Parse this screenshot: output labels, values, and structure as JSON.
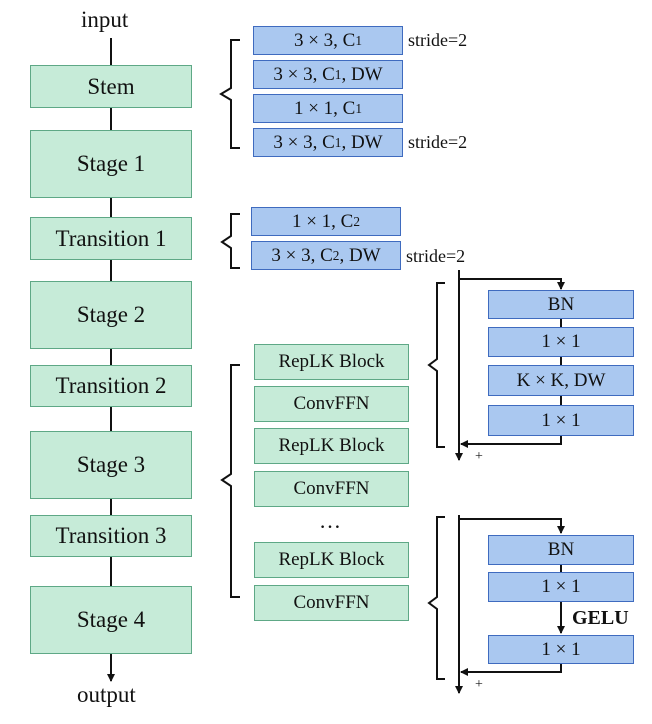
{
  "backbone": {
    "input_label": "input",
    "output_label": "output",
    "stages": [
      "Stem",
      "Stage 1",
      "Transition 1",
      "Stage 2",
      "Transition 2",
      "Stage 3",
      "Transition 3",
      "Stage 4"
    ]
  },
  "stem_detail": {
    "layers": [
      {
        "text": "3 × 3, C",
        "sub": "1",
        "suffix": ""
      },
      {
        "text": "3 × 3, C",
        "sub": "1",
        "suffix": ", DW"
      },
      {
        "text": "1 × 1, C",
        "sub": "1",
        "suffix": ""
      },
      {
        "text": "3 × 3, C",
        "sub": "1",
        "suffix": ", DW"
      }
    ],
    "stride_labels": [
      "stride=2",
      "stride=2"
    ]
  },
  "transition_detail": {
    "layers": [
      {
        "text": "1 × 1, C",
        "sub": "2",
        "suffix": ""
      },
      {
        "text": "3 × 3, C",
        "sub": "2",
        "suffix": ", DW"
      }
    ],
    "stride_label": "stride=2"
  },
  "stage_detail": {
    "blocks": [
      "RepLK Block",
      "ConvFFN",
      "RepLK Block",
      "ConvFFN",
      "RepLK Block",
      "ConvFFN"
    ],
    "ellipsis": "…"
  },
  "replk_block": {
    "layers": [
      "BN",
      "1 × 1",
      "K × K,  DW",
      "1 × 1"
    ],
    "plus": "+"
  },
  "convffn": {
    "layers": [
      "BN",
      "1 × 1",
      "1 × 1"
    ],
    "activation": "GELU",
    "plus": "+"
  },
  "colors": {
    "main_fill": "#c6ebd8",
    "main_border": "#5ea886",
    "sub_fill": "#aac8f0",
    "sub_border": "#3f6bbf",
    "line": "#111111"
  }
}
